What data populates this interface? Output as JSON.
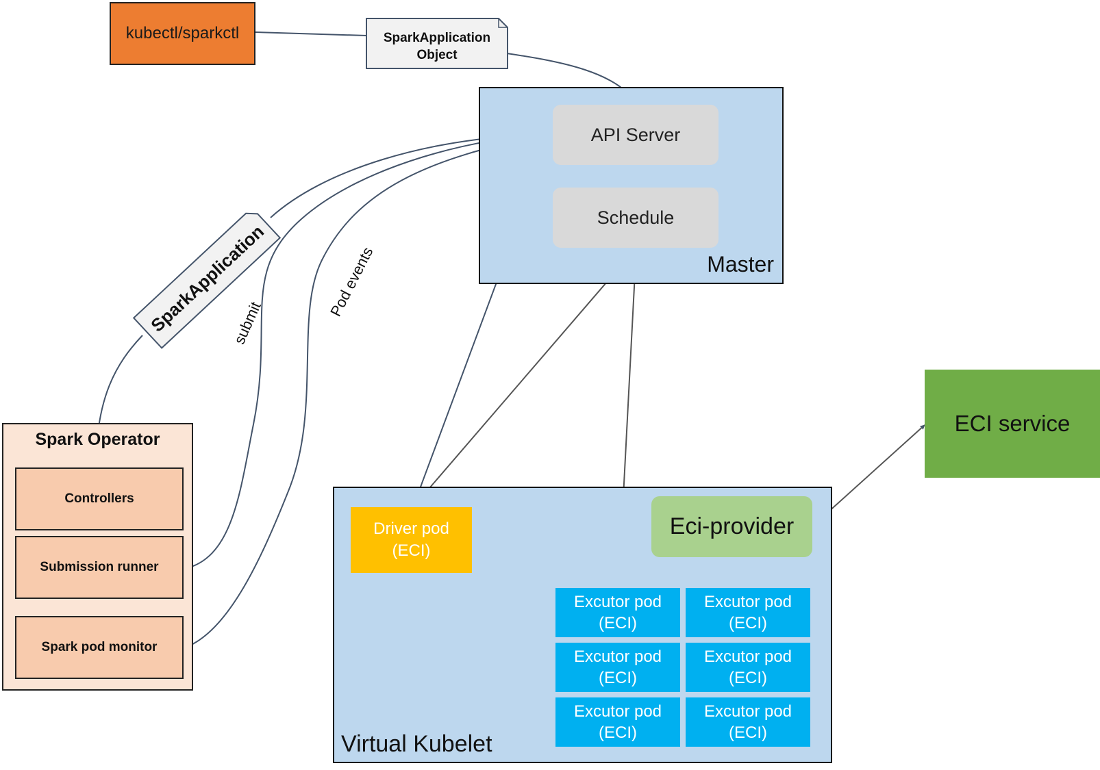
{
  "client": {
    "label": "kubectl/sparkctl"
  },
  "object_note": {
    "line1": "SparkApplication",
    "line2": "Object"
  },
  "master": {
    "title": "Master",
    "api_server": "API Server",
    "schedule": "Schedule"
  },
  "spark_application_tag": "SparkApplication",
  "edge_labels": {
    "submit": "submit",
    "pod_events": "Pod events"
  },
  "spark_operator": {
    "title": "Spark Operator",
    "items": [
      "Controllers",
      "Submission runner",
      "Spark pod monitor"
    ]
  },
  "virtual_kubelet": {
    "title": "Virtual Kubelet",
    "driver": {
      "line1": "Driver pod",
      "line2": "(ECI)"
    },
    "provider": "Eci-provider",
    "executors": [
      {
        "line1": "Excutor pod",
        "line2": "(ECI)"
      },
      {
        "line1": "Excutor pod",
        "line2": "(ECI)"
      },
      {
        "line1": "Excutor pod",
        "line2": "(ECI)"
      },
      {
        "line1": "Excutor pod",
        "line2": "(ECI)"
      },
      {
        "line1": "Excutor pod",
        "line2": "(ECI)"
      },
      {
        "line1": "Excutor pod",
        "line2": "(ECI)"
      }
    ]
  },
  "eci_service": {
    "label": "ECI service"
  },
  "colors": {
    "client": "#ed7d31",
    "master_bg": "#bdd7ee",
    "component": "#d9d9d9",
    "driver": "#ffc000",
    "executor": "#00b0f0",
    "provider": "#a9d18e",
    "eci_service": "#70ad47",
    "operator_bg": "#fbe5d6",
    "operator_item": "#f8cbad",
    "connector": "#44546a"
  }
}
